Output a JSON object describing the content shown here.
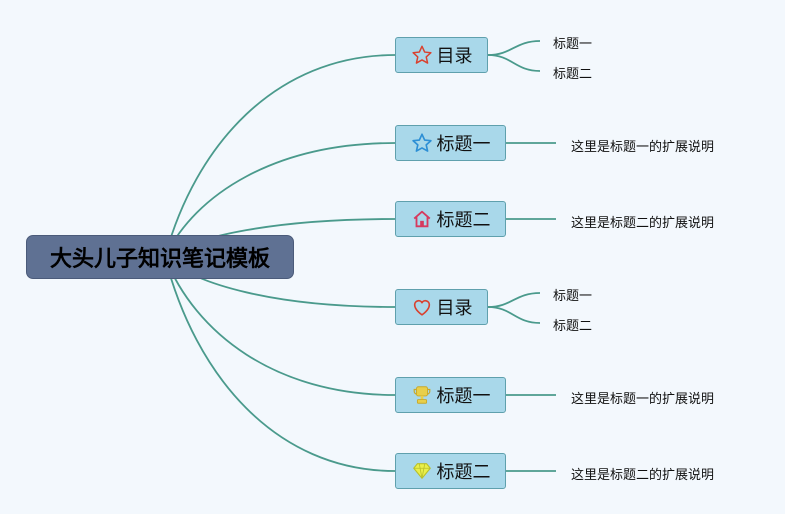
{
  "root": {
    "label": "大头儿子知识笔记模板"
  },
  "branches": [
    {
      "label": "目录",
      "icon": "star-outline-icon",
      "children": [
        "标题一",
        "标题二"
      ]
    },
    {
      "label": "标题一",
      "icon": "star-blue-icon",
      "children": [
        "这里是标题一的扩展说明"
      ]
    },
    {
      "label": "标题二",
      "icon": "house-icon",
      "children": [
        "这里是标题二的扩展说明"
      ]
    },
    {
      "label": "目录",
      "icon": "heart-icon",
      "children": [
        "标题一",
        "标题二"
      ]
    },
    {
      "label": "标题一",
      "icon": "trophy-icon",
      "children": [
        "这里是标题一的扩展说明"
      ]
    },
    {
      "label": "标题二",
      "icon": "diamond-icon",
      "children": [
        "这里是标题二的扩展说明"
      ]
    }
  ],
  "colors": {
    "line": "#4a9a8c",
    "root_fill": "#5f7193",
    "branch_fill": "#a9d8ea"
  }
}
